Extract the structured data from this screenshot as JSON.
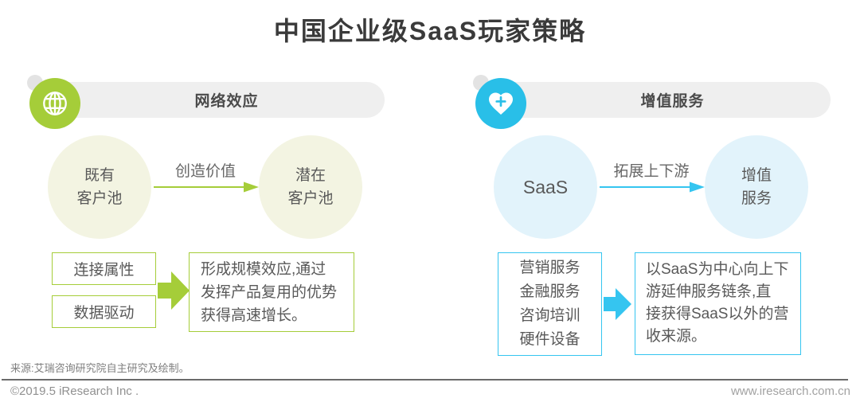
{
  "page": {
    "title": "中国企业级SaaS玩家策略"
  },
  "colors": {
    "green_accent": "#a5cd39",
    "green_pale": "#f3f4e2",
    "blue_accent": "#35c5f0",
    "blue_icon": "#29bfe8",
    "blue_pale": "#e2f3fb",
    "pill_background": "#efefef",
    "title_text": "#3a3a3a",
    "body_text": "#595959",
    "footer_text": "#7f7f7f"
  },
  "sections": {
    "left": {
      "header": {
        "label": "网络效应",
        "icon": "globe-icon"
      },
      "flow": {
        "from": "既有\n客户池",
        "arrow_label": "创造价值",
        "to": "潜在\n客户池"
      },
      "detail": {
        "items": [
          "连接属性",
          "数据驱动"
        ],
        "result": "形成规模效应,通过\n发挥产品复用的优势\n获得高速增长。"
      }
    },
    "right": {
      "header": {
        "label": "增值服务",
        "icon": "heart-plus-icon"
      },
      "flow": {
        "from": "SaaS",
        "arrow_label": "拓展上下游",
        "to": "增值\n服务"
      },
      "detail": {
        "items": "营销服务\n金融服务\n咨询培训\n硬件设备",
        "result": "以SaaS为中心向上下\n游延伸服务链条,直\n接获得SaaS以外的营\n收来源。"
      }
    }
  },
  "footer": {
    "source": "来源:艾瑞咨询研究院自主研究及绘制。",
    "copyright": "©2019.5 iResearch Inc .",
    "website": "www.iresearch.com.cn"
  }
}
